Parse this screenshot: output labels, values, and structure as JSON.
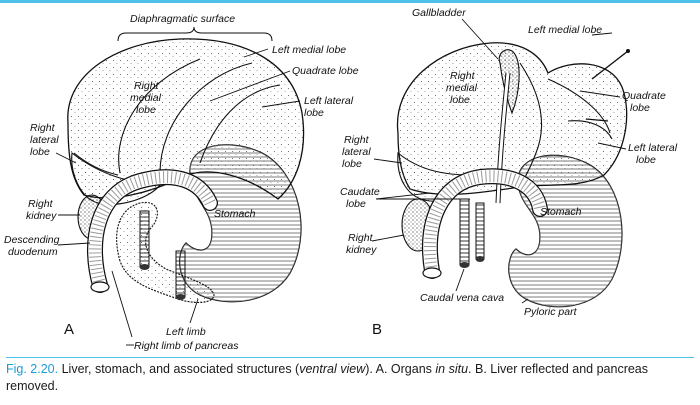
{
  "panel_a": {
    "letter": "A",
    "labels": {
      "diaphragmatic_surface": "Diaphragmatic surface",
      "left_medial_lobe": "Left medial lobe",
      "quadrate_lobe": "Quadrate lobe",
      "left_lateral_lobe_1": "Left lateral",
      "left_lateral_lobe_2": "lobe",
      "right_medial_lobe_1": "Right",
      "right_medial_lobe_2": "medial",
      "right_medial_lobe_3": "lobe",
      "right_lateral_lobe_1": "Right",
      "right_lateral_lobe_2": "lateral",
      "right_lateral_lobe_3": "lobe",
      "right_kidney_1": "Right",
      "right_kidney_2": "kidney",
      "descending_duodenum_1": "Descending",
      "descending_duodenum_2": "duodenum",
      "stomach": "Stomach",
      "left_limb": "Left limb",
      "right_limb_of_pancreas": "Right limb of pancreas"
    }
  },
  "panel_b": {
    "letter": "B",
    "labels": {
      "gallbladder": "Gallbladder",
      "left_medial_lobe": "Left medial lobe",
      "right_medial_lobe_1": "Right",
      "right_medial_lobe_2": "medial",
      "right_medial_lobe_3": "lobe",
      "quadrate_lobe_1": "Quadrate",
      "quadrate_lobe_2": "lobe",
      "right_lateral_lobe_1": "Right",
      "right_lateral_lobe_2": "lateral",
      "right_lateral_lobe_3": "lobe",
      "left_lateral_lobe_1": "Left lateral",
      "left_lateral_lobe_2": "lobe",
      "caudate_lobe_1": "Caudate",
      "caudate_lobe_2": "lobe",
      "stomach": "Stomach",
      "right_kidney_1": "Right",
      "right_kidney_2": "kidney",
      "caudal_vena_cava": "Caudal vena cava",
      "pyloric_part": "Pyloric part"
    }
  },
  "caption": {
    "fig_number": "Fig. 2.20.",
    "text_1": " Liver, stomach, and associated structures (",
    "italic_1": "ventral view",
    "text_2": "). A. Organs ",
    "italic_2": "in situ",
    "text_3": ". B. Liver reflected and pancreas removed."
  },
  "colors": {
    "accent_rule": "#4fc1e9",
    "fig_number": "#1d9bd7",
    "ink": "#111111"
  }
}
